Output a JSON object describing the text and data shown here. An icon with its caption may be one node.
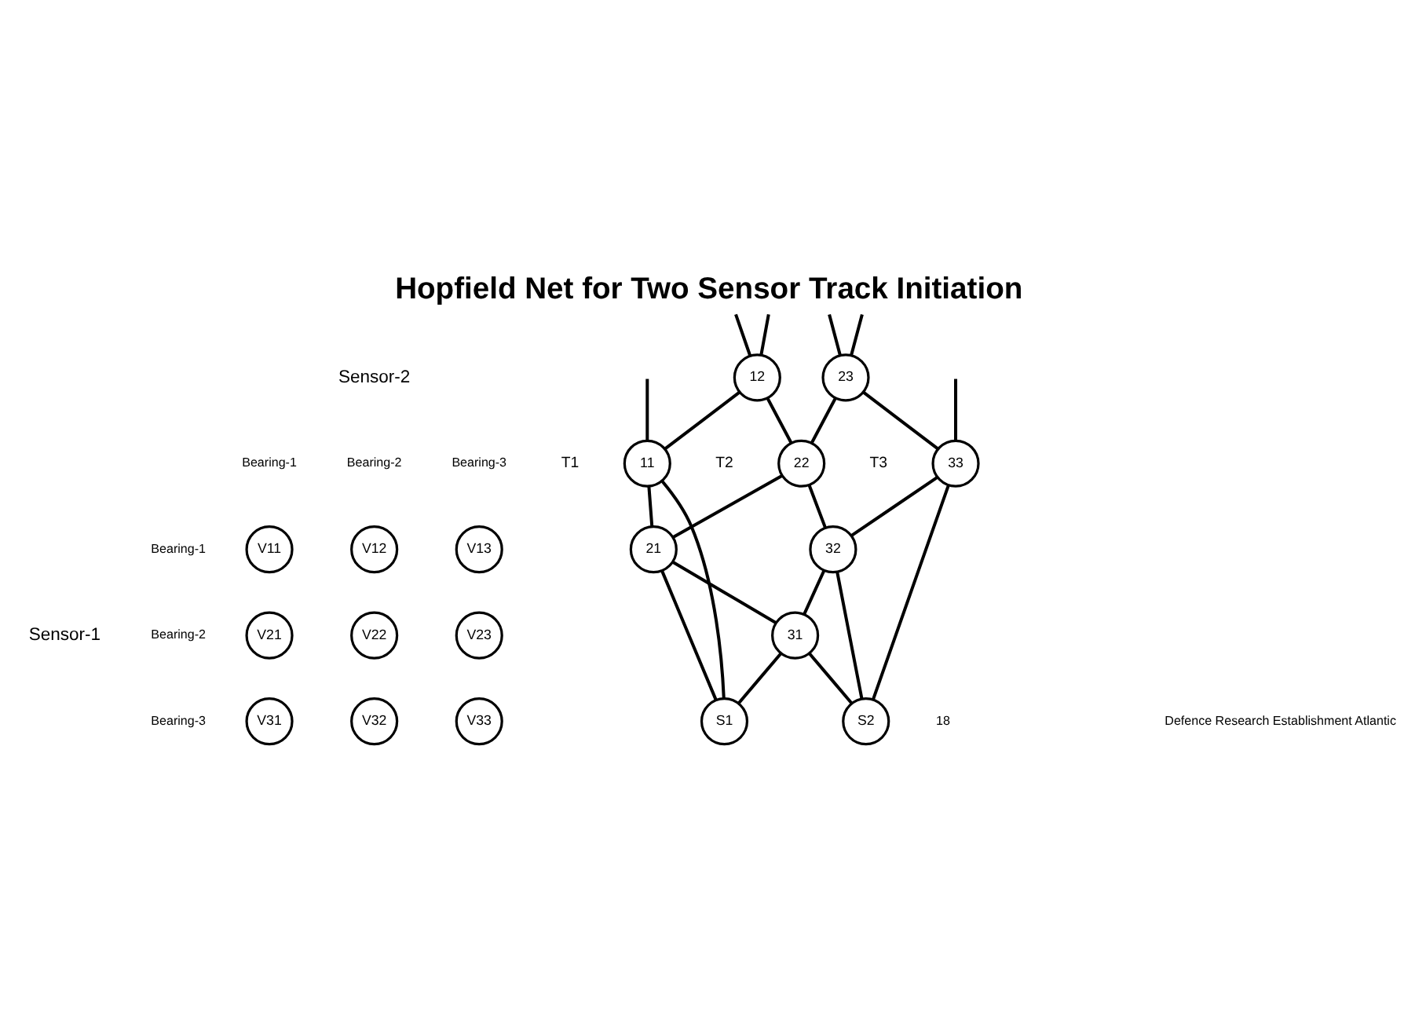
{
  "diagram": {
    "title": "Hopfield Net for Two Sensor Track Initiation",
    "nodes": [
      {
        "text": [
          "V11"
        ]
      },
      {
        "text": [
          "V12"
        ]
      },
      {
        "text": [
          "V13"
        ]
      },
      {
        "text": [
          "V21"
        ]
      },
      {
        "text": [
          "V22"
        ]
      },
      {
        "text": [
          "V23"
        ]
      },
      {
        "text": [
          "V31"
        ]
      },
      {
        "text": [
          "V32"
        ]
      },
      {
        "text": [
          "V33"
        ]
      },
      {
        "text": [
          "12"
        ]
      },
      {
        "text": [
          "23"
        ]
      },
      {
        "text": [
          "11"
        ],
        "beside": [
          "T1"
        ]
      },
      {
        "text": [
          "22"
        ],
        "beside": [
          "T2"
        ]
      },
      {
        "text": [
          "33"
        ],
        "beside": [
          "T3"
        ]
      },
      {
        "text": [
          "21"
        ]
      },
      {
        "text": [
          "32"
        ]
      },
      {
        "text": [
          "31"
        ]
      },
      {
        "text": [
          "S1"
        ]
      },
      {
        "text": [
          "S2"
        ]
      }
    ],
    "edges": [
      {
        "from": 17,
        "to": 11,
        "arrow": "none"
      },
      {
        "from": 11,
        "to": 9,
        "arrow": "none"
      },
      {
        "from": 9,
        "to": null,
        "arrow": "none"
      },
      {
        "from": 17,
        "to": 14,
        "arrow": "none"
      },
      {
        "from": 14,
        "to": 12,
        "arrow": "none"
      },
      {
        "from": 12,
        "to": 10,
        "arrow": "none"
      },
      {
        "from": 10,
        "to": null,
        "arrow": "none"
      },
      {
        "from": 17,
        "to": 16,
        "arrow": "none"
      },
      {
        "from": 16,
        "to": 15,
        "arrow": "none"
      },
      {
        "from": 15,
        "to": 13,
        "arrow": "none"
      },
      {
        "from": 13,
        "to": null,
        "arrow": "none"
      },
      {
        "from": 18,
        "to": 13,
        "arrow": "none"
      },
      {
        "from": 13,
        "to": 10,
        "arrow": "none"
      },
      {
        "from": 10,
        "to": null,
        "arrow": "none"
      },
      {
        "from": 18,
        "to": 15,
        "arrow": "none"
      },
      {
        "from": 15,
        "to": 12,
        "arrow": "none"
      },
      {
        "from": 12,
        "to": 9,
        "arrow": "none"
      },
      {
        "from": 9,
        "to": null,
        "arrow": "none"
      },
      {
        "from": 18,
        "to": 16,
        "arrow": "none"
      },
      {
        "from": 16,
        "to": 14,
        "arrow": "none"
      },
      {
        "from": 14,
        "to": 11,
        "arrow": "none"
      },
      {
        "from": 11,
        "to": null,
        "arrow": "none"
      }
    ],
    "labels": [
      "Sensor-2",
      "Bearing-1",
      "Bearing-2",
      "Bearing-3",
      "Sensor-1",
      "Bearing-1",
      "Bearing-2",
      "Bearing-3",
      "18",
      "Defence Research Establishment Atlantic"
    ]
  }
}
